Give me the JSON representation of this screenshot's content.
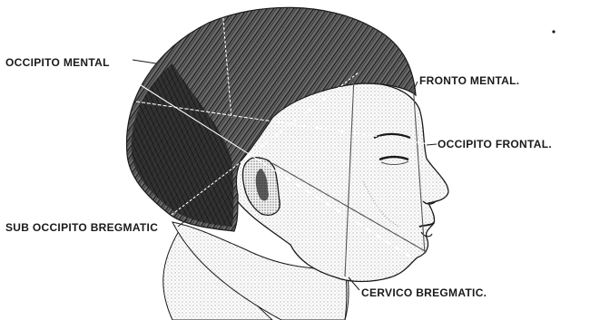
{
  "labels": {
    "occipito_mental": "OCCIPITO MENTAL",
    "fronto_mental": "FRONTO MENTAL.",
    "occipito_frontal": "OCCIPITO FRONTAL.",
    "sub_occipito_bregmatic": "SUB OCCIPITO BREGMATIC",
    "cervico_bregmatic": "CERVICO BREGMATIC."
  },
  "colors": {
    "ink": "#1a1a1a",
    "hair": "#2b2b2b",
    "skin_shade": "#cfcfcf",
    "background": "#ffffff"
  }
}
